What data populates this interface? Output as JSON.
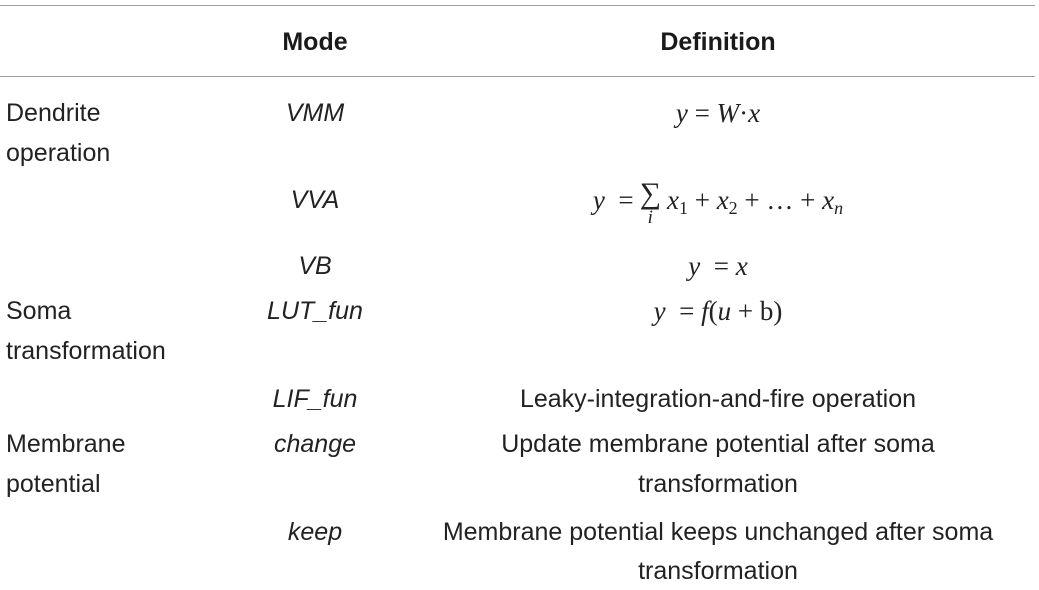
{
  "header": {
    "mode": "Mode",
    "definition": "Definition"
  },
  "rows": [
    {
      "category_l1": "Dendrite",
      "category_l2": "operation",
      "mode": "VMM",
      "definition": "y = W·x"
    },
    {
      "mode": "VVA",
      "definition": "y = Σi x1 + x2 + … + xn"
    },
    {
      "mode": "VB",
      "definition": "y = x"
    },
    {
      "category_l1": "Soma",
      "category_l2": "transformation",
      "mode": "LUT_fun",
      "definition": "y = f(u + b)"
    },
    {
      "mode": "LIF_fun",
      "definition": "Leaky-integration-and-fire operation"
    },
    {
      "category_l1": "Membrane",
      "category_l2": "potential",
      "mode": "change",
      "definition_l1": "Update membrane potential after soma",
      "definition_l2": "transformation"
    },
    {
      "mode": "keep",
      "definition_l1": "Membrane potential keeps unchanged after soma",
      "definition_l2": "transformation"
    }
  ]
}
